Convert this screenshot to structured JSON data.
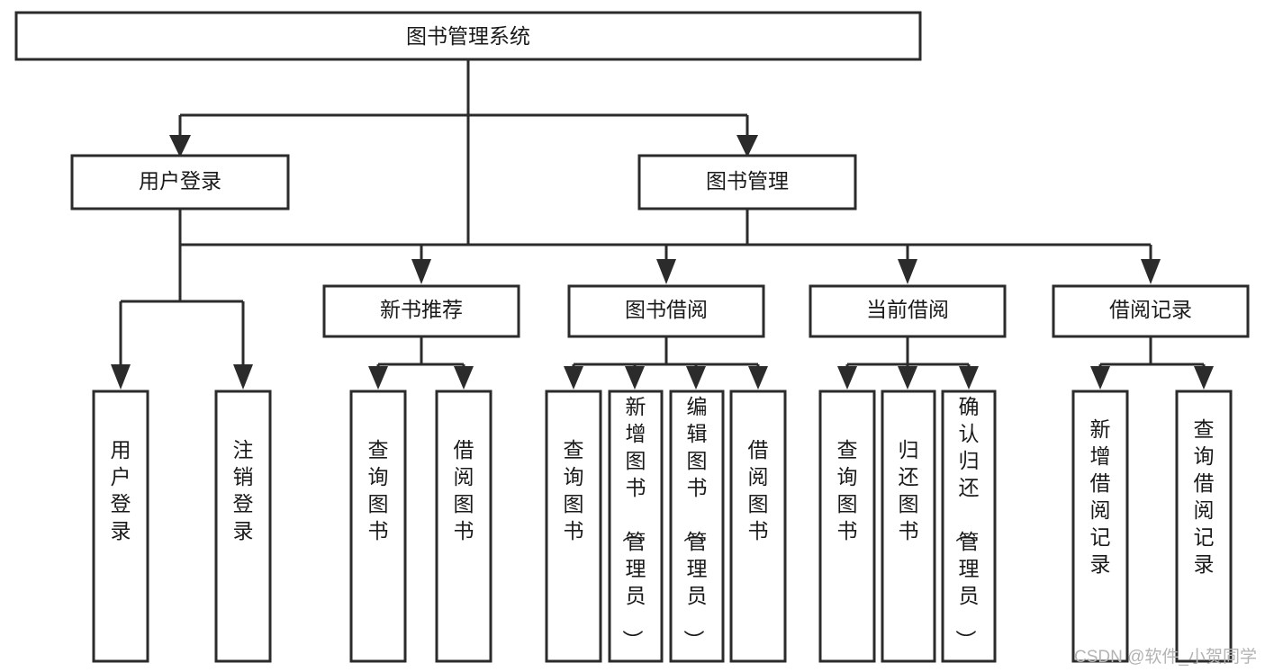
{
  "diagram": {
    "kind": "tree-hierarchy-chart",
    "title": "图书管理系统",
    "orientation": "top-down",
    "box_fill": "#ffffff",
    "box_stroke": "#2b2b2b",
    "text_color": "#1a1a1a",
    "watermark": "CSDN @软件_小贺同学",
    "watermark_color": "#b3b3b3",
    "levels": [
      {
        "level": 1,
        "nodes": [
          {
            "id": "root",
            "label": "图书管理系统",
            "text_dir": "horizontal"
          }
        ]
      },
      {
        "level": 2,
        "nodes": [
          {
            "id": "login",
            "label": "用户登录",
            "text_dir": "horizontal",
            "parent": "root"
          },
          {
            "id": "bookmgmt",
            "label": "图书管理",
            "text_dir": "horizontal",
            "parent": "root"
          }
        ]
      },
      {
        "level": 3,
        "nodes": [
          {
            "id": "newbook",
            "label": "新书推荐",
            "text_dir": "horizontal",
            "parent": "bookmgmt"
          },
          {
            "id": "borrow",
            "label": "图书借阅",
            "text_dir": "horizontal",
            "parent": "bookmgmt"
          },
          {
            "id": "current",
            "label": "当前借阅",
            "text_dir": "horizontal",
            "parent": "bookmgmt"
          },
          {
            "id": "records",
            "label": "借阅记录",
            "text_dir": "horizontal",
            "parent": "bookmgmt"
          }
        ]
      },
      {
        "level": 4,
        "nodes": [
          {
            "id": "l1",
            "label": "用户登录",
            "text_dir": "vertical",
            "parent": "login"
          },
          {
            "id": "l2",
            "label": "注销登录",
            "text_dir": "vertical",
            "parent": "login"
          },
          {
            "id": "n1",
            "label": "查询图书",
            "text_dir": "vertical",
            "parent": "newbook"
          },
          {
            "id": "n2",
            "label": "借阅图书",
            "text_dir": "vertical",
            "parent": "newbook"
          },
          {
            "id": "b1",
            "label": "查询图书",
            "text_dir": "vertical",
            "parent": "borrow"
          },
          {
            "id": "b2",
            "label": "新增图书（管理员）",
            "text_dir": "vertical",
            "parent": "borrow"
          },
          {
            "id": "b3",
            "label": "编辑图书（管理员）",
            "text_dir": "vertical",
            "parent": "borrow"
          },
          {
            "id": "b4",
            "label": "借阅图书",
            "text_dir": "vertical",
            "parent": "borrow"
          },
          {
            "id": "c1",
            "label": "查询图书",
            "text_dir": "vertical",
            "parent": "current"
          },
          {
            "id": "c2",
            "label": "归还图书",
            "text_dir": "vertical",
            "parent": "current"
          },
          {
            "id": "c3",
            "label": "确认归还（管理员）",
            "text_dir": "vertical",
            "parent": "current"
          },
          {
            "id": "r1",
            "label": "新增借阅记录",
            "text_dir": "vertical",
            "parent": "records"
          },
          {
            "id": "r2",
            "label": "查询借阅记录",
            "text_dir": "vertical",
            "parent": "records"
          }
        ]
      }
    ]
  }
}
